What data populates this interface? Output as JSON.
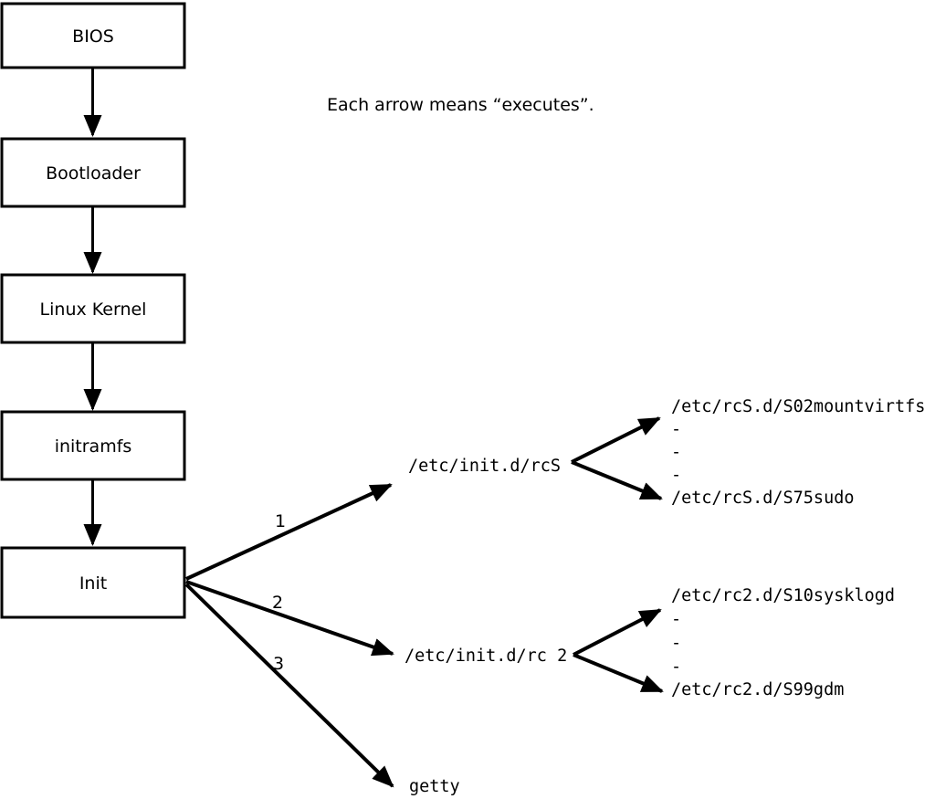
{
  "note": "Each arrow means “executes”.",
  "colors": {
    "line": "#000000",
    "box_fill": "#ffffff",
    "background": "#ffffff"
  },
  "boxes": [
    {
      "label": "BIOS"
    },
    {
      "label": "Bootloader"
    },
    {
      "label": "Linux Kernel"
    },
    {
      "label": "initramfs"
    },
    {
      "label": "Init"
    }
  ],
  "fan_arrows": [
    {
      "label": "1",
      "target": "/etc/init.d/rcS"
    },
    {
      "label": "2",
      "target": "/etc/init.d/rc 2"
    },
    {
      "label": "3",
      "target": "getty"
    }
  ],
  "script_lists": [
    {
      "parent": "/etc/init.d/rcS",
      "entries": [
        "/etc/rcS.d/S02mountvirtfs",
        "-",
        "-",
        "-",
        "/etc/rcS.d/S75sudo"
      ]
    },
    {
      "parent": "/etc/init.d/rc 2",
      "entries": [
        "/etc/rc2.d/S10sysklogd",
        "-",
        "-",
        "-",
        "/etc/rc2.d/S99gdm"
      ]
    }
  ]
}
